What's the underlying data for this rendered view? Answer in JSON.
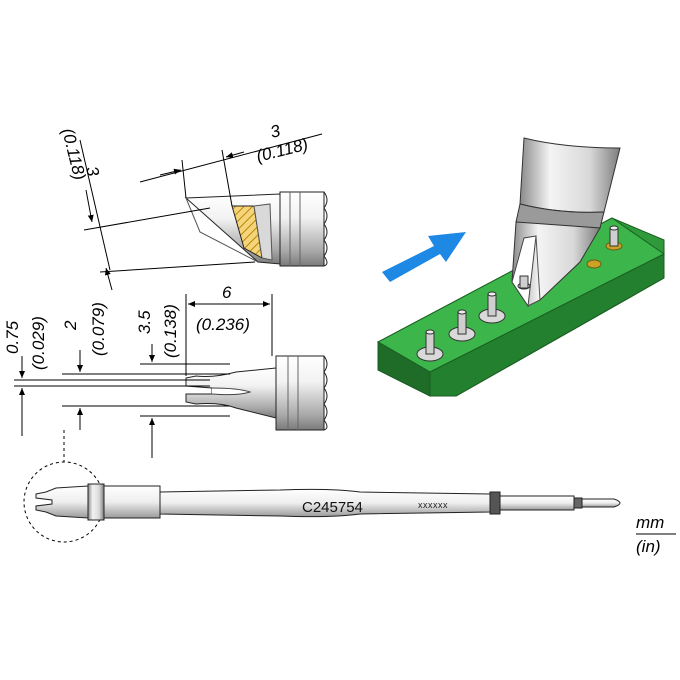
{
  "dimensions": {
    "top_width_mm": "3",
    "top_width_in": "(0.118)",
    "top_height_mm": "3",
    "top_height_in": "(0.118)",
    "length_mm": "6",
    "length_in": "(0.236)",
    "slot_a_mm": "0.75",
    "slot_a_in": "(0.029)",
    "slot_b_mm": "2",
    "slot_b_in": "(0.079)",
    "slot_c_mm": "3.5",
    "slot_c_in": "(0.138)"
  },
  "cartridge": {
    "part_number": "C245754",
    "code_mark": "xxxxxx"
  },
  "units": {
    "primary": "mm",
    "secondary": "(in)"
  },
  "colors": {
    "pcb": "#2e9a3a",
    "pcb_dark": "#1f6b28",
    "gold": "#c9a227",
    "arrow": "#1e88e5",
    "metal_light": "#e8e8e8",
    "metal_dark": "#8c8c8c",
    "hatch": "#e6b73c"
  }
}
